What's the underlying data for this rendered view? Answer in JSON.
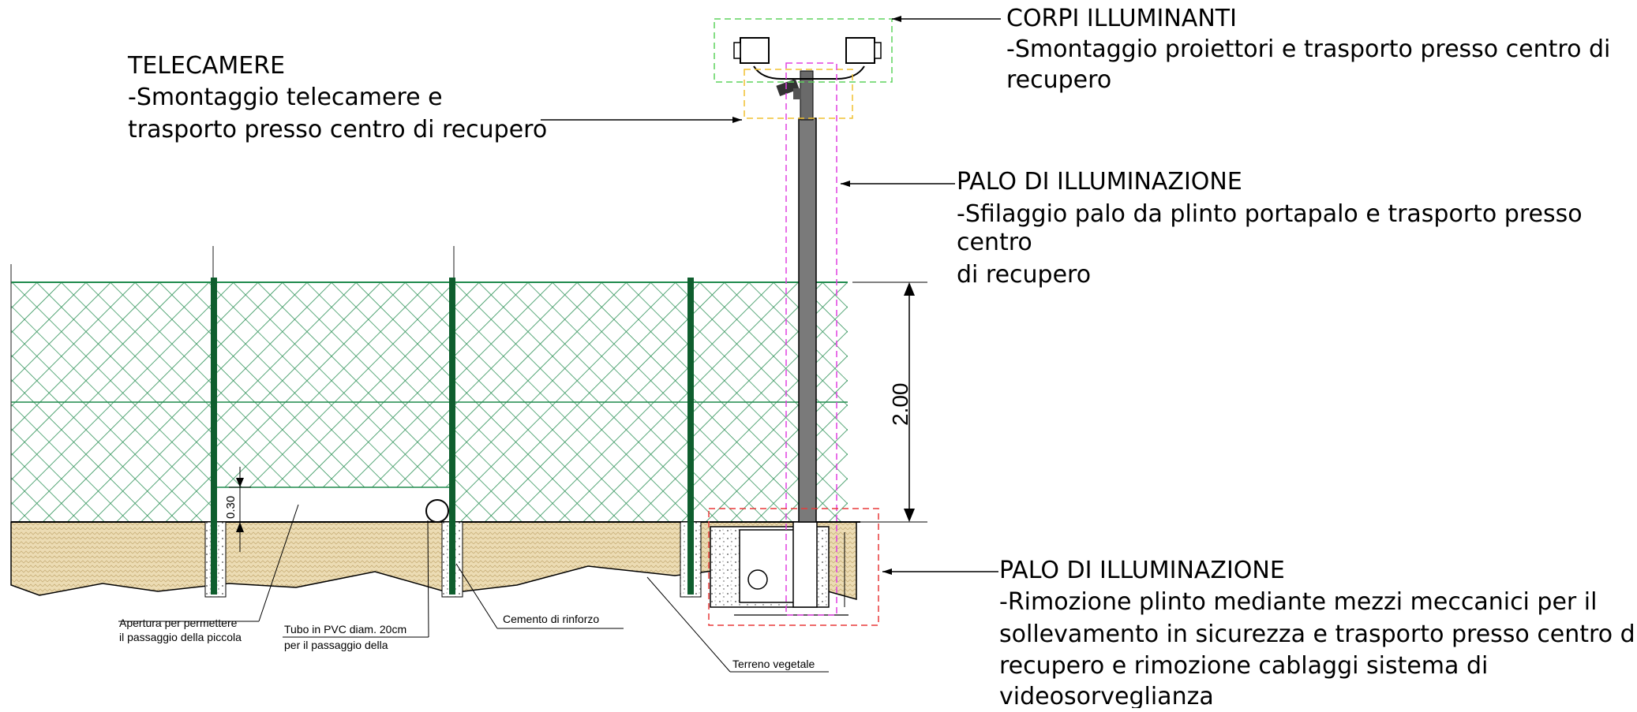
{
  "labels": {
    "telecamere": {
      "title": "TELECAMERE",
      "line1": "-Smontaggio telecamere e",
      "line2": "trasporto presso centro di recupero"
    },
    "corpi": {
      "title": "CORPI ILLUMINANTI",
      "line1": "-Smontaggio proiettori e trasporto presso centro di",
      "line2": "recupero"
    },
    "palo_top": {
      "title": "PALO DI ILLUMINAZIONE",
      "line1": "-Sfilaggio palo da plinto portapalo e trasporto presso",
      "line2": "centro",
      "line3": "di recupero"
    },
    "palo_bottom": {
      "title": "PALO DI ILLUMINAZIONE",
      "line1": "-Rimozione plinto mediante mezzi meccanici per il",
      "line2": "sollevamento in sicurezza e trasporto presso centro di",
      "line3": "recupero e rimozione cablaggi sistema di",
      "line4": "videosorveglianza"
    },
    "apertura": {
      "line1": "Apertura per permettere",
      "line2": "il passaggio della piccola"
    },
    "tubo": {
      "line1": "Tubo in PVC diam. 20cm",
      "line2": "per il passaggio della"
    },
    "cemento": "Cemento di rinforzo",
    "terreno": "Terreno vegetale"
  },
  "dimensions": {
    "fence_height": "2.00",
    "opening_height": "0.30"
  },
  "colors": {
    "fence_green": "#1f8a4c",
    "post_green": "#0f5e2e",
    "soil": "#ecdcb4",
    "pole": "#7a7a7a",
    "lamp_box": "#5fd35f",
    "camera_box": "#f0c030",
    "pole_box": "#e040e0",
    "plinth_box": "#e83a3a"
  }
}
